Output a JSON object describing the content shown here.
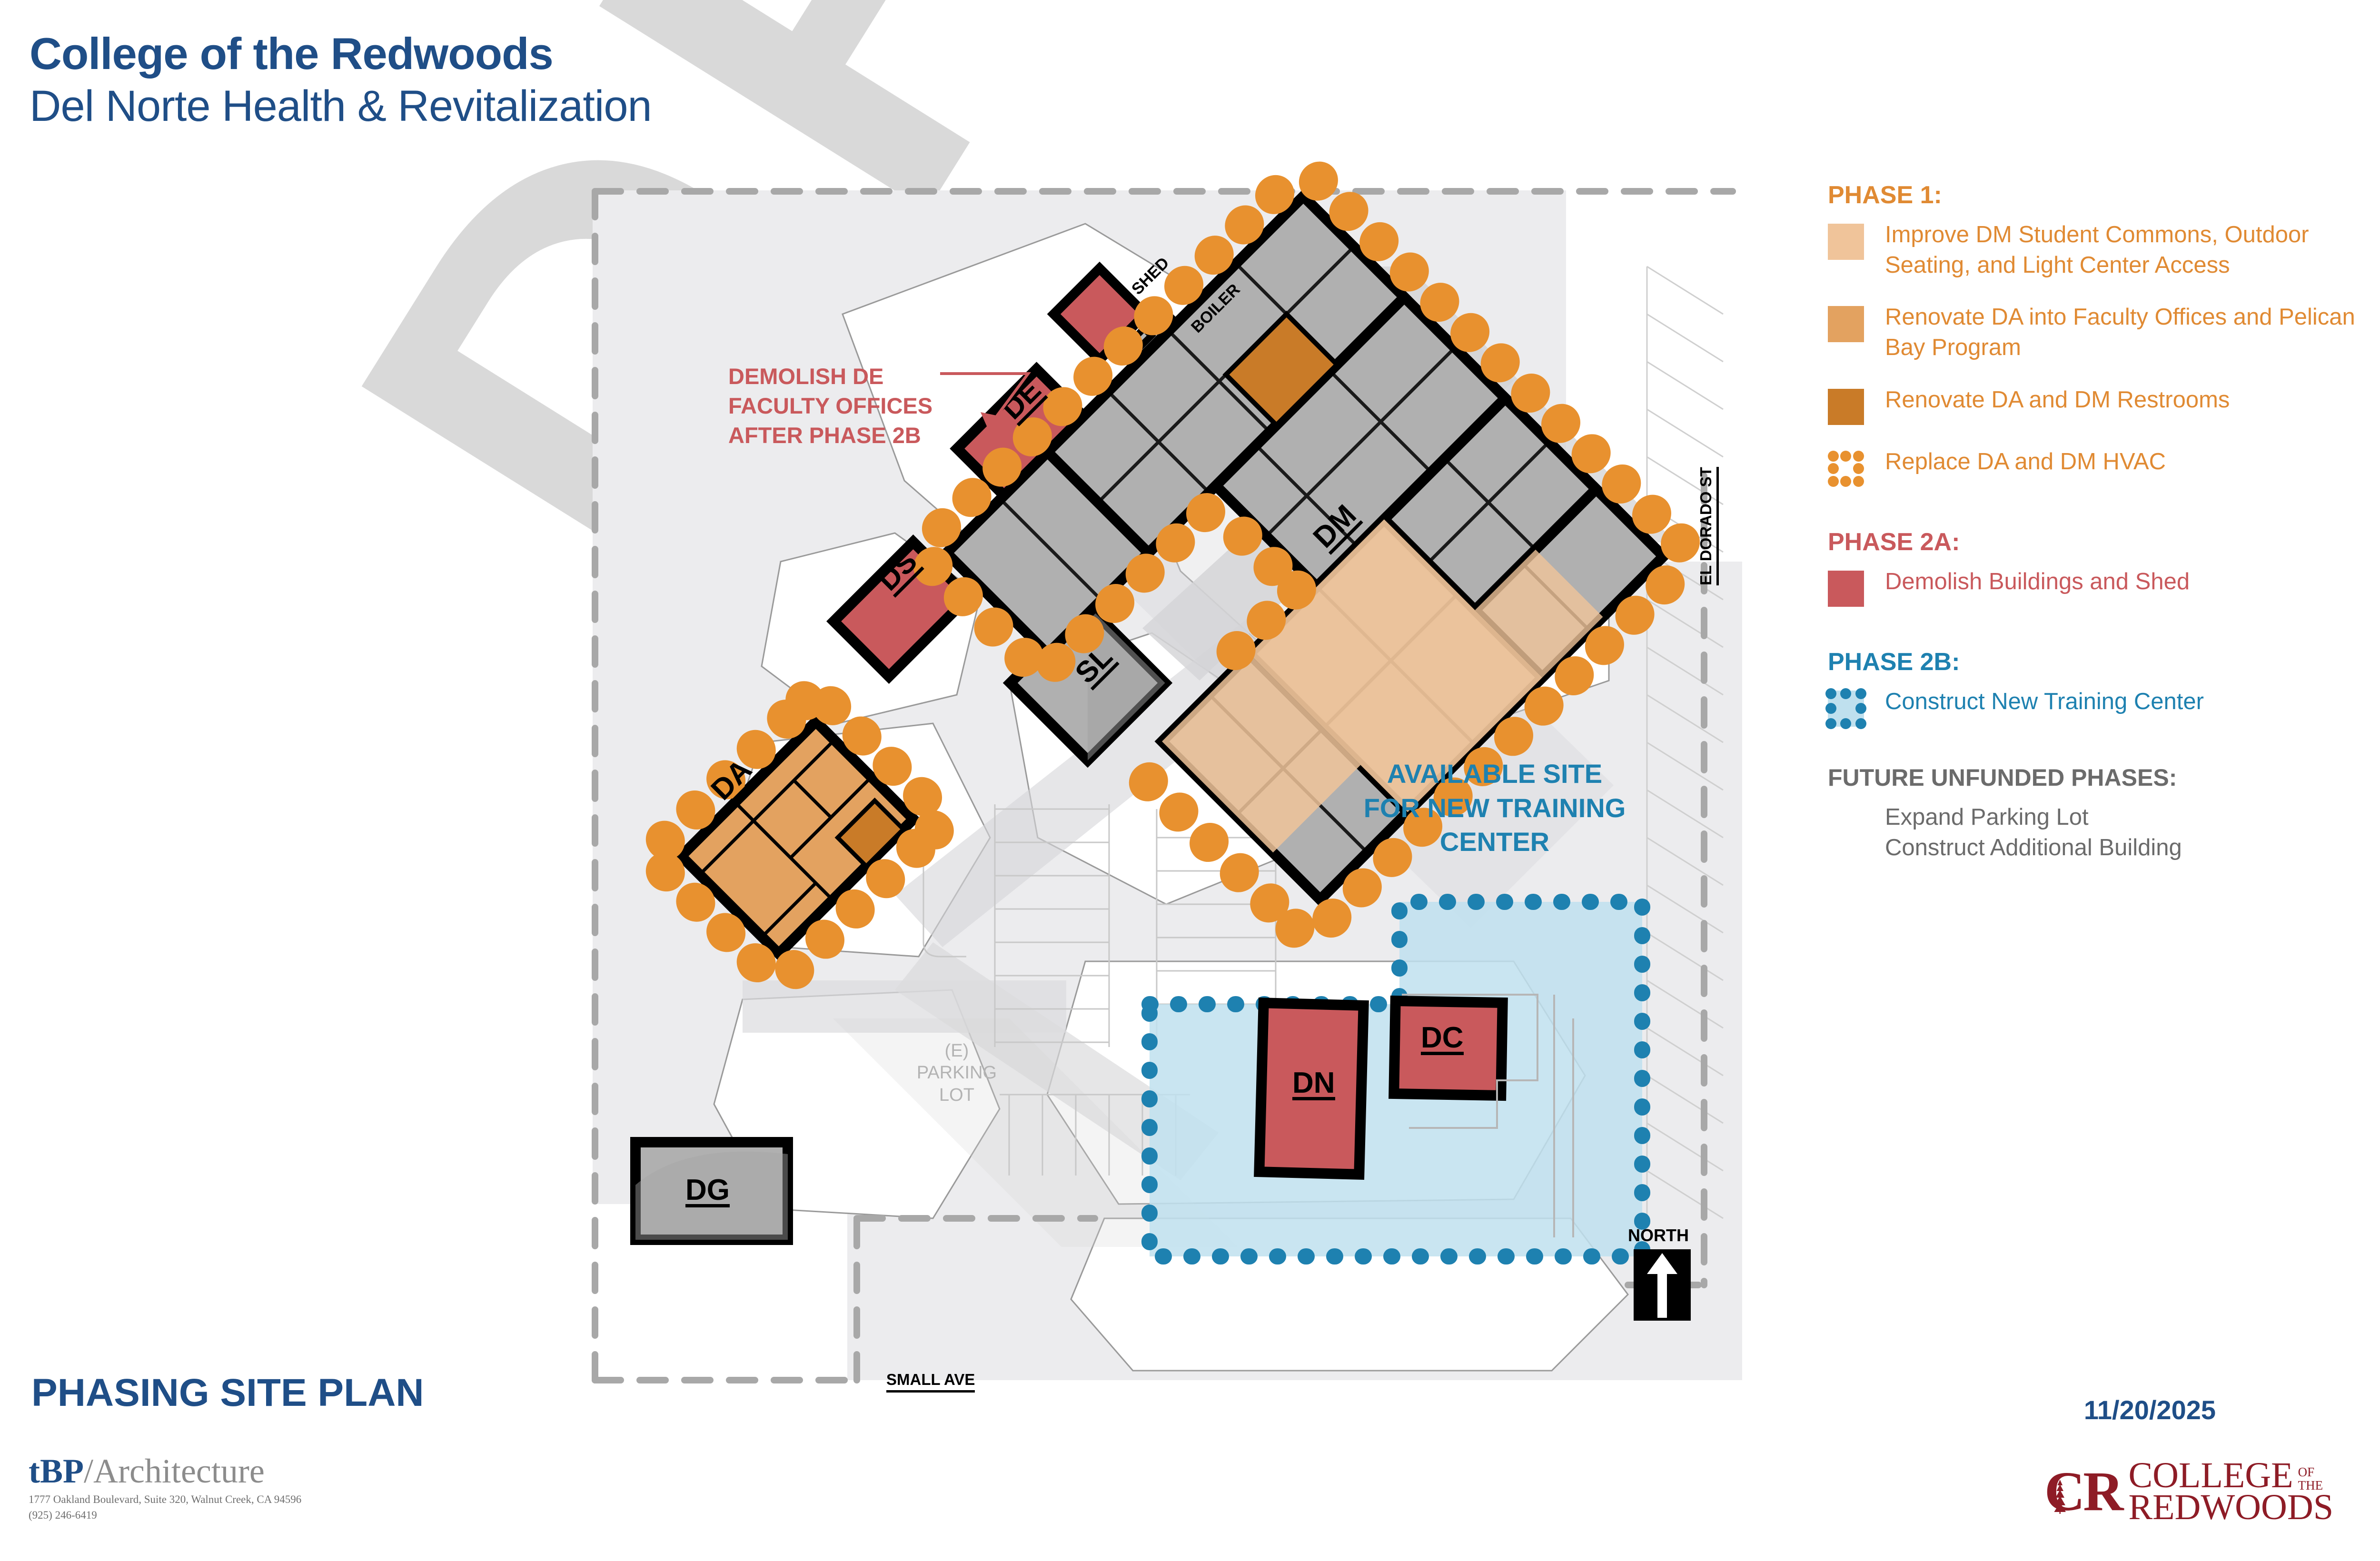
{
  "header": {
    "title": "College of the Redwoods",
    "subtitle": "Del Norte Health & Revitalization"
  },
  "watermark": {
    "text": "DRAFT"
  },
  "footer": {
    "sheet_title": "PHASING SITE PLAN",
    "date": "11/20/2025",
    "architect": {
      "mark_bold": "tBP",
      "mark_slash": "/",
      "mark_rest": "Architecture",
      "address": "1777 Oakland Boulevard, Suite 320, Walnut Creek, CA 94596",
      "phone": "(925) 246-6419"
    },
    "client_logo": {
      "monogram": "CR",
      "line1": "COLLEGE",
      "of": "OF",
      "the": "THE",
      "line2": "REDWOODS"
    }
  },
  "colors": {
    "brand_blue": "#1f4e87",
    "phase1_light": "#f0c49a",
    "phase1_medium": "#e3a260",
    "phase1_dark": "#c97b28",
    "hvac_dot": "#e8912f",
    "phase2a_red": "#c9595c",
    "phase2b_blue": "#1e81b0",
    "phase2b_fill": "#bfe0ee",
    "future_grey": "#6b6b6b",
    "site_grey": "#ececee",
    "building_grey": "#b0b0b0",
    "watermark_grey": "#d9d9d9"
  },
  "legend": {
    "phase1": {
      "heading": "PHASE 1:",
      "items": [
        {
          "swatch": "light-orange-square",
          "label": "Improve DM Student Commons, Outdoor Seating, and Light Center Access"
        },
        {
          "swatch": "medium-orange-square",
          "label": "Renovate DA into Faculty Offices and Pelican Bay Program"
        },
        {
          "swatch": "dark-orange-square",
          "label": "Renovate DA and DM Restrooms"
        },
        {
          "swatch": "orange-dotted-outline",
          "label": "Replace DA and DM HVAC"
        }
      ]
    },
    "phase2a": {
      "heading": "PHASE 2A:",
      "items": [
        {
          "swatch": "red-square",
          "label": "Demolish Buildings and Shed"
        }
      ]
    },
    "phase2b": {
      "heading": "PHASE 2B:",
      "items": [
        {
          "swatch": "blue-dotted-outline",
          "label": "Construct New Training Center"
        }
      ]
    },
    "future": {
      "heading": "FUTURE UNFUNDED PHASES:",
      "items": [
        "Expand Parking Lot",
        "Construct Additional Building"
      ]
    }
  },
  "map": {
    "annotations": {
      "demolish_note": "DEMOLISH DE\nFACULTY OFFICES\nAFTER PHASE 2B",
      "demolish_note_lines": [
        "DEMOLISH DE",
        "FACULTY OFFICES",
        "AFTER PHASE 2B"
      ],
      "available_site": "AVAILABLE SITE FOR NEW TRAINING CENTER",
      "available_site_lines": [
        "AVAILABLE SITE",
        "FOR NEW TRAINING",
        "CENTER"
      ],
      "parking_lot_lines": [
        "(E)",
        "PARKING",
        "LOT"
      ]
    },
    "streets": [
      {
        "name": "EL DORADO ST",
        "orientation": "vertical-right"
      },
      {
        "name": "SMALL AVE",
        "orientation": "horizontal-bottom"
      }
    ],
    "compass": {
      "label": "NORTH",
      "direction": "up"
    },
    "buildings": [
      {
        "code": "DE",
        "phase": "2A",
        "fill": "red",
        "note": "Demolish after Phase 2B"
      },
      {
        "code": "DS",
        "phase": "2A",
        "fill": "red"
      },
      {
        "code": "SHED",
        "phase": "2A",
        "fill": "red",
        "label_style": "callout"
      },
      {
        "code": "BOILER",
        "phase": "existing",
        "fill": "grey",
        "label_style": "callout"
      },
      {
        "code": "SL",
        "phase": "existing",
        "fill": "grey"
      },
      {
        "code": "DG",
        "phase": "existing",
        "fill": "grey"
      },
      {
        "code": "DA",
        "phase": "1",
        "fill": "medium-orange",
        "note": "Renovate into Faculty Offices and Pelican Bay Program"
      },
      {
        "code": "DM",
        "phase": "1",
        "fill": "grey-with-orange-zones",
        "note": "Student Commons, outdoor seating, restrooms"
      },
      {
        "code": "DN",
        "phase": "2A",
        "fill": "red"
      },
      {
        "code": "DC",
        "phase": "2A",
        "fill": "red"
      }
    ]
  }
}
